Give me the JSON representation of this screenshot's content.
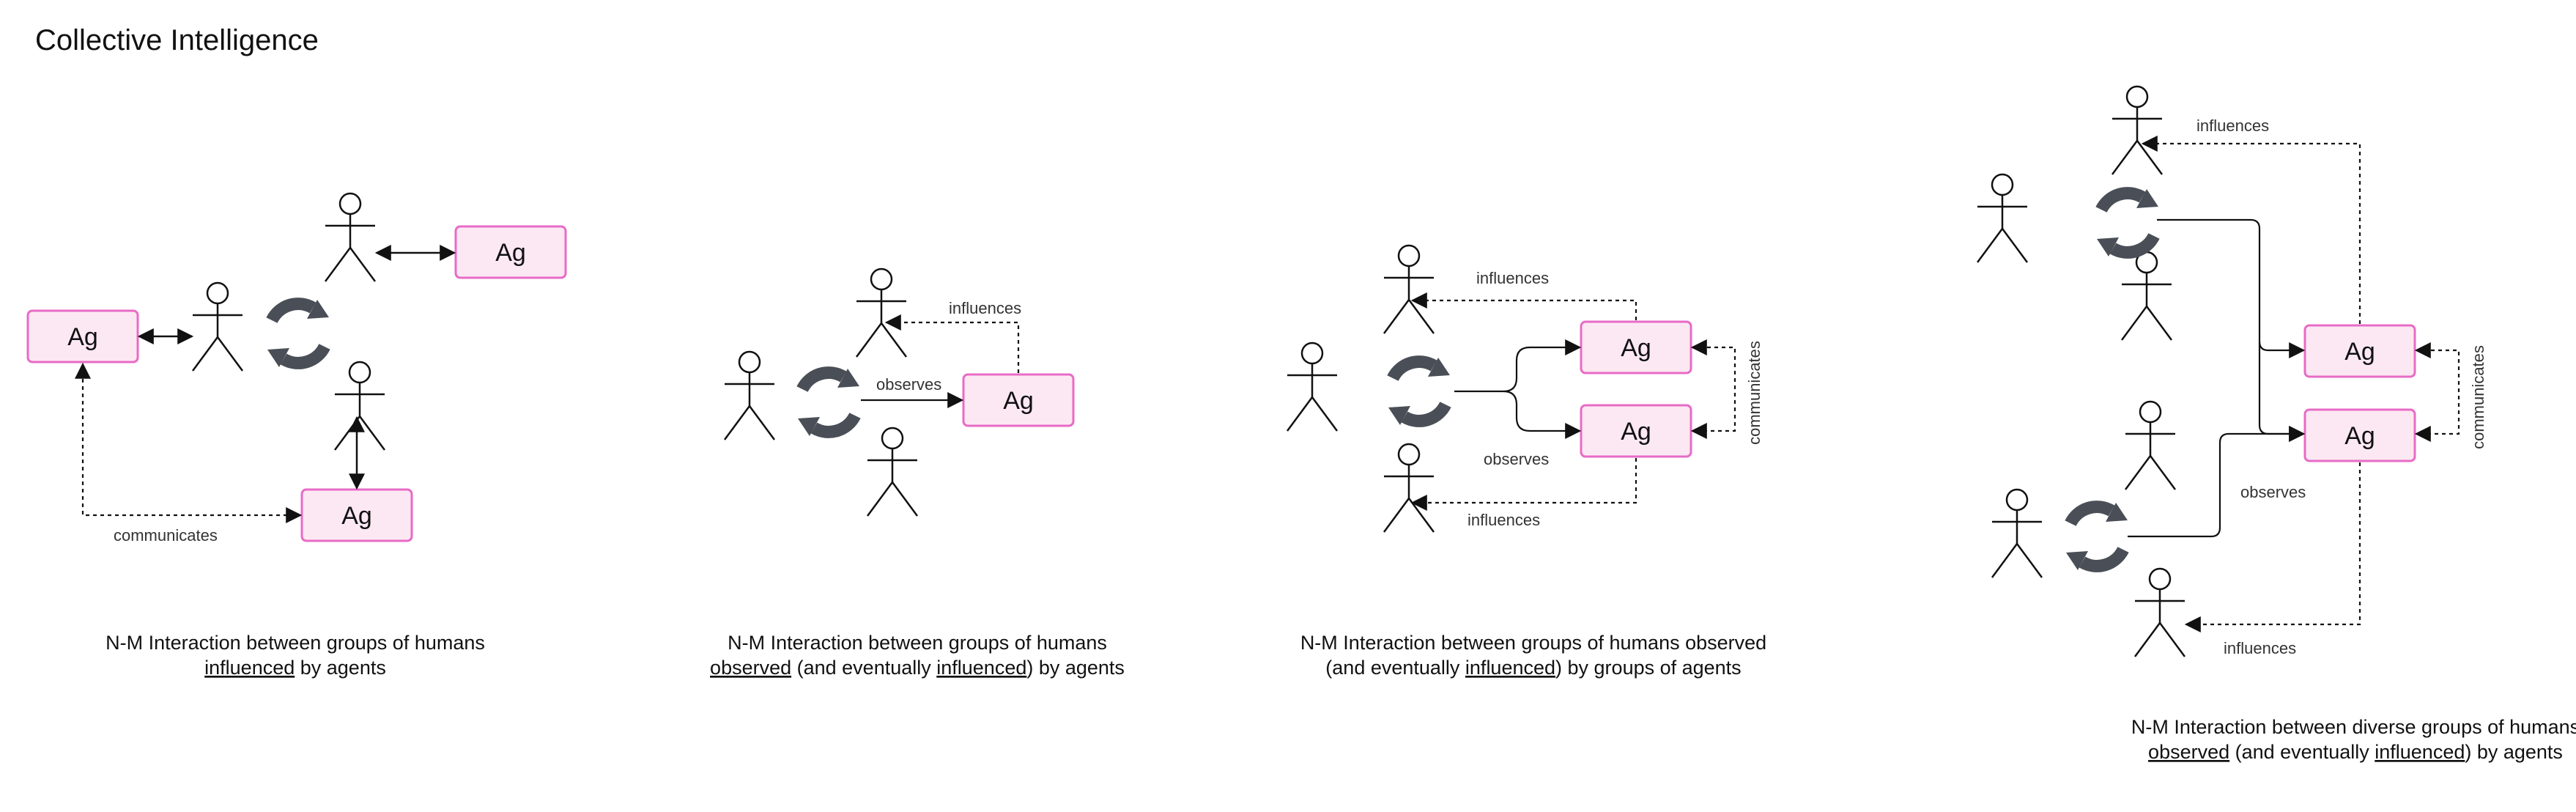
{
  "title": "Collective Intelligence",
  "colors": {
    "agent_fill": "#fce8f3",
    "agent_border": "#e86bc6",
    "cycle": "#4a4f57",
    "line": "#111111"
  },
  "agent_label": "Ag",
  "diagrams": [
    {
      "caption_lines": [
        [
          "N-M Interaction between groups of humans"
        ],
        [
          "influenced",
          " by agents"
        ]
      ],
      "edge_labels": {
        "communicates": "communicates"
      }
    },
    {
      "caption_lines": [
        [
          "N-M Interaction between groups of humans"
        ],
        [
          "observed",
          "  (and eventually ",
          "influenced",
          ") by agents"
        ]
      ],
      "edge_labels": {
        "observes": "observes",
        "influences": "influences"
      }
    },
    {
      "caption_lines": [
        [
          "N-M Interaction between groups of humans observed"
        ],
        [
          "(and eventually ",
          "influenced",
          ") by groups of agents"
        ]
      ],
      "edge_labels": {
        "influences_top": "influences",
        "observes": "observes",
        "influences_bottom": "influences",
        "communicates": "communicates"
      }
    },
    {
      "caption_lines": [
        [
          "N-M Interaction between diverse groups of humans"
        ],
        [
          "observed",
          "  (and eventually ",
          "influenced",
          ") by agents"
        ]
      ],
      "edge_labels": {
        "influences_top": "influences",
        "observes": "observes",
        "influences_bottom": "influences",
        "communicates": "communicates"
      }
    }
  ]
}
